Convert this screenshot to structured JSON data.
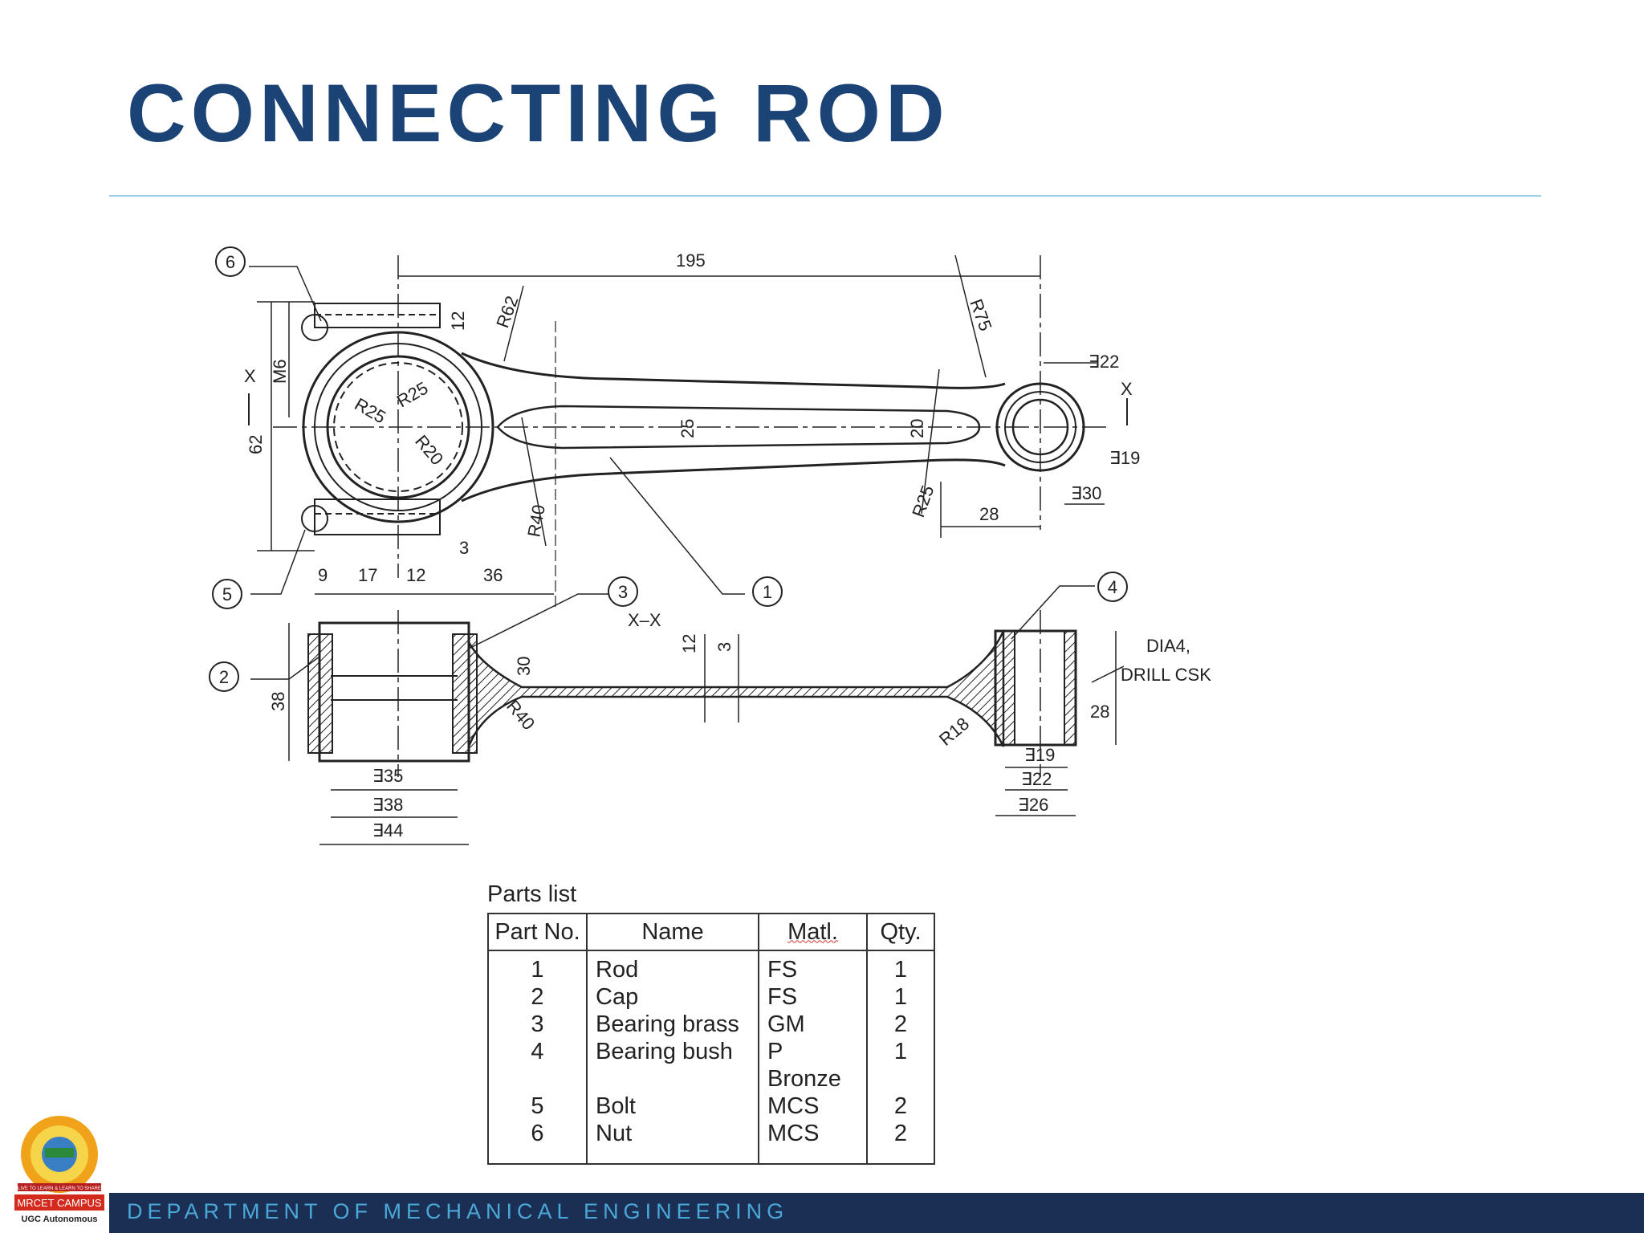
{
  "slide": {
    "title": "CONNECTING ROD"
  },
  "drawing": {
    "dims": {
      "d195": "195",
      "r62": "R62",
      "r75": "R75",
      "d22": "∃22",
      "m6": "M6",
      "d62": "62",
      "r25a": "R25",
      "r25b": "R25",
      "r20": "R20",
      "d25": "25",
      "d20": "20",
      "r40": "R40",
      "r25c": "R25",
      "d12": "12",
      "d19": "∃19",
      "d30": "∃30",
      "d28": "28",
      "d3": "3",
      "d9": "9",
      "d17": "17",
      "d12b": "12",
      "d36": "36",
      "xx": "X–X",
      "d12c": "12",
      "d3b": "3",
      "d30b": "30",
      "d38": "38",
      "r40b": "R40",
      "r18": "R18",
      "dia4": "DIA4,",
      "drill": "DRILL CSK",
      "d28b": "28",
      "d35": "∃35",
      "d38b": "∃38",
      "d44": "∃44",
      "d19b": "∃19",
      "d22b": "∃22",
      "d26": "∃26",
      "x1": "X",
      "x2": "X"
    },
    "balloons": [
      "1",
      "2",
      "3",
      "4",
      "5",
      "6"
    ]
  },
  "parts_list": {
    "caption": "Parts list",
    "headers": {
      "no": "Part No.",
      "name": "Name",
      "matl": "Matl.",
      "qty": "Qty."
    },
    "rows": [
      {
        "no": "1",
        "name": "Rod",
        "matl": "FS",
        "qty": "1"
      },
      {
        "no": "2",
        "name": "Cap",
        "matl": "FS",
        "qty": "1"
      },
      {
        "no": "3",
        "name": "Bearing brass",
        "matl": "GM",
        "qty": "2"
      },
      {
        "no": "4",
        "name": "Bearing bush",
        "matl": "P Bronze",
        "qty": "1"
      },
      {
        "no": "5",
        "name": "Bolt",
        "matl": "MCS",
        "qty": "2"
      },
      {
        "no": "6",
        "name": "Nut",
        "matl": "MCS",
        "qty": "2"
      }
    ]
  },
  "logo": {
    "campus": "MRCET CAMPUS",
    "sub": "UGC Autonomous",
    "ribbon": "LIVE TO LEARN & LEARN TO SHARE"
  },
  "footer": {
    "text": "DEPARTMENT OF MECHANICAL ENGINEERING"
  },
  "colors": {
    "title": "#1b4375",
    "rule": "#9fcfe8",
    "footer_bg": "#1b2f55",
    "footer_text": "#4aa8d8",
    "logo_red": "#d42a1e"
  }
}
